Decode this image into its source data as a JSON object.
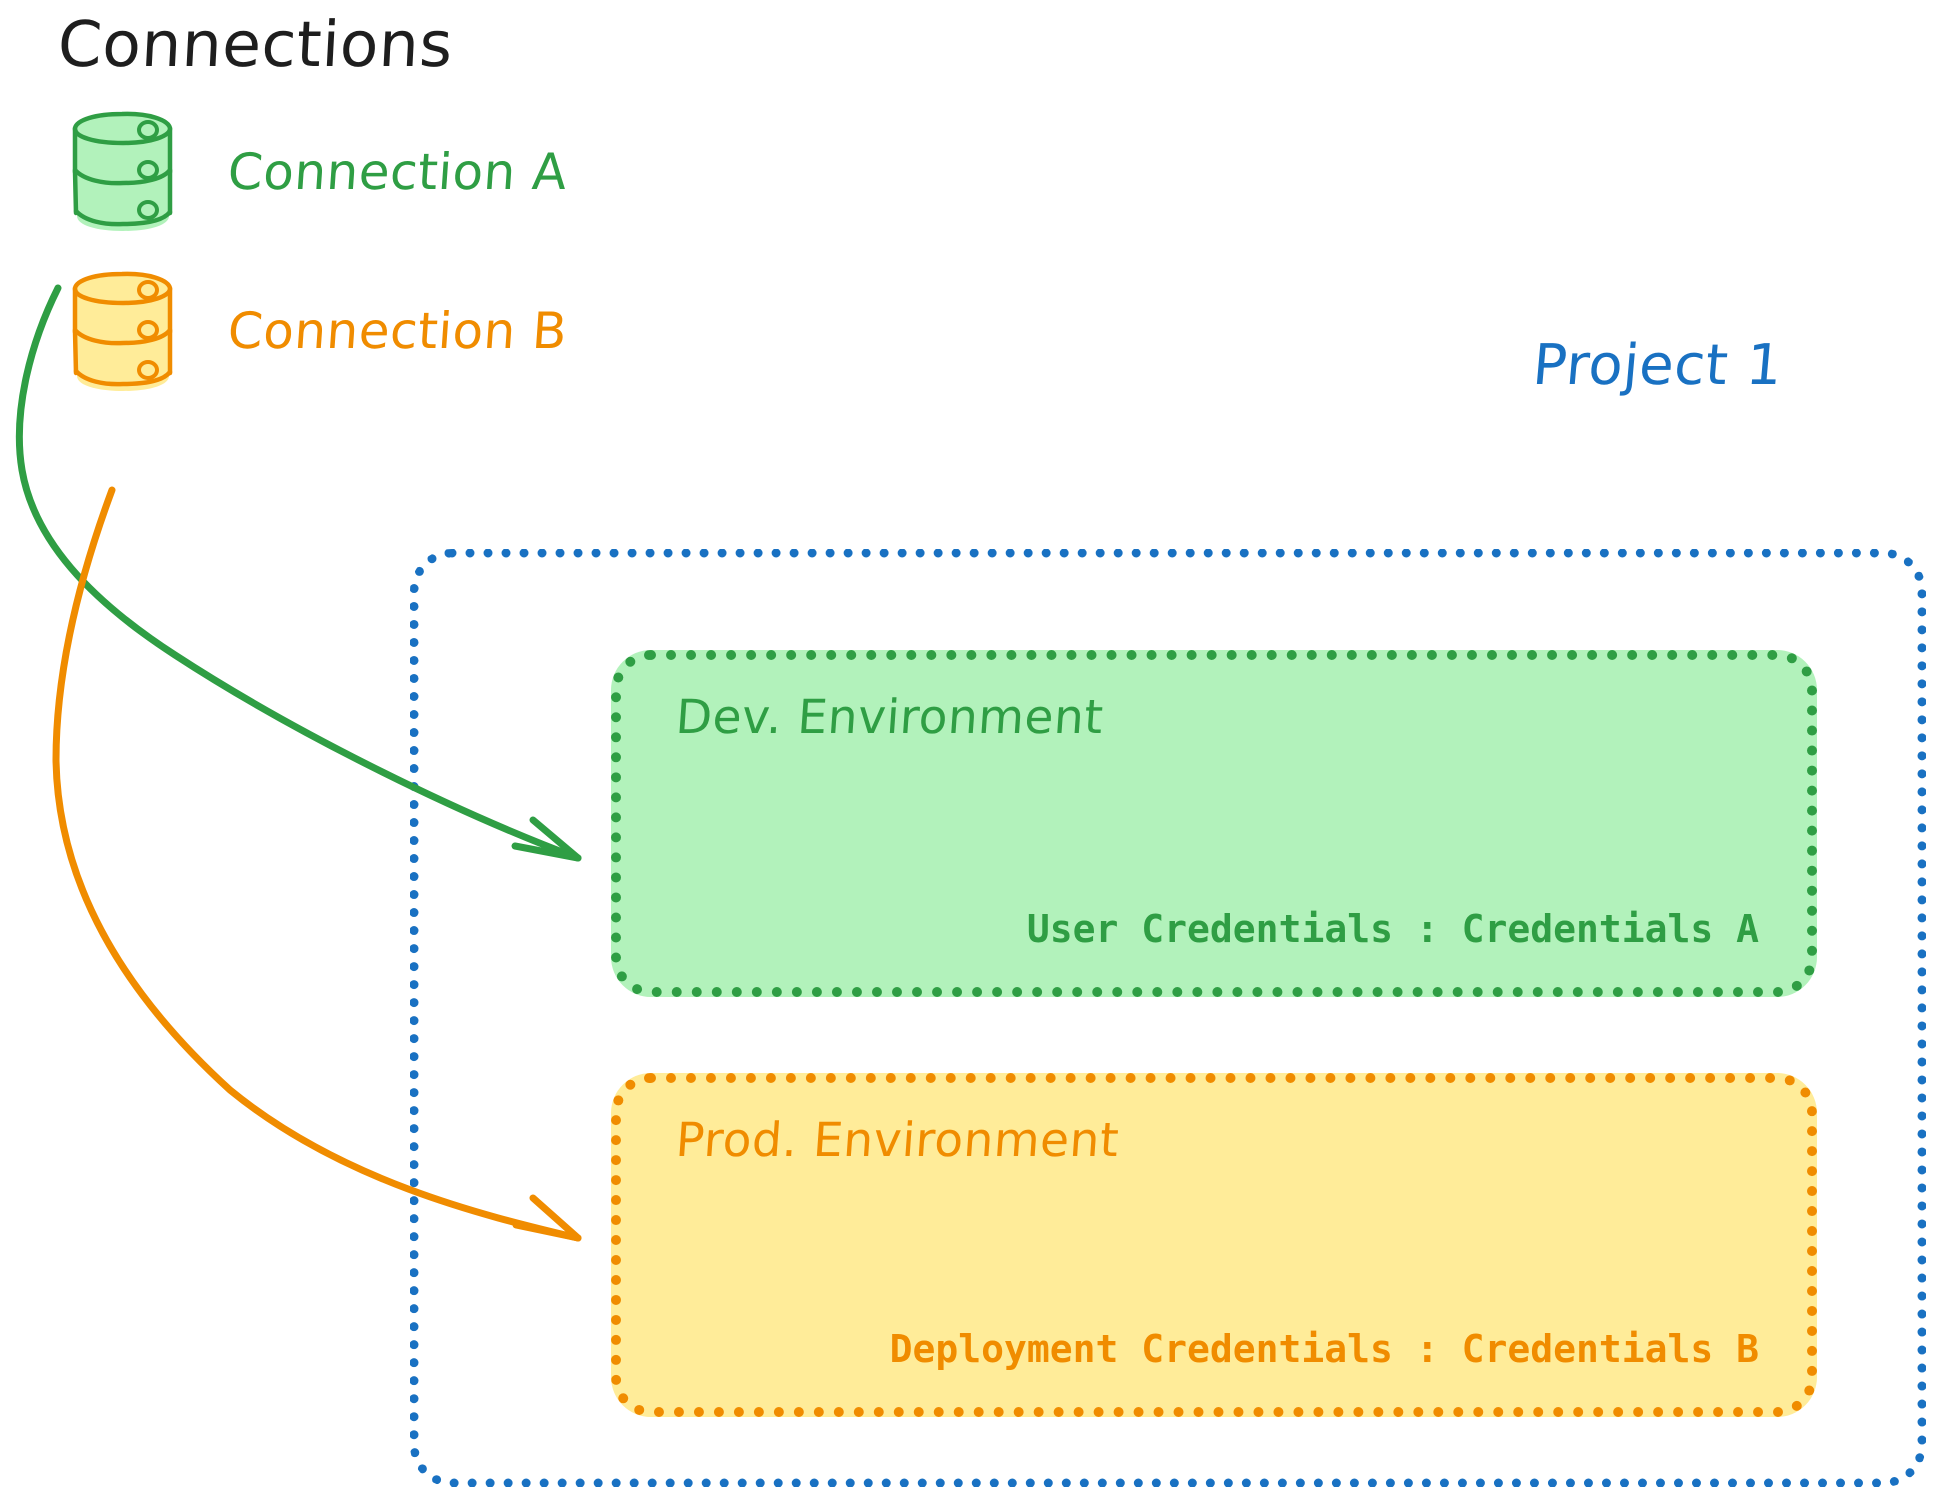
{
  "diagram": {
    "title": "Connections",
    "title_color": "#1e1e1e",
    "background": "#ffffff"
  },
  "connections": [
    {
      "id": "connection-a",
      "label": "Connection A",
      "color": "#2f9e44",
      "fill": "#b2f2bb",
      "icon": "database-cylinder-icon",
      "links_to": "Dev. Environment"
    },
    {
      "id": "connection-b",
      "label": "Connection B",
      "color": "#f08c00",
      "fill": "#ffec99",
      "icon": "database-cylinder-icon",
      "links_to": "Prod. Environment"
    }
  ],
  "project": {
    "label": "Project 1",
    "color": "#1971c2",
    "border_style": "dotted",
    "environments": [
      {
        "id": "dev-environment",
        "title": "Dev. Environment",
        "credential_label": "User Credentials",
        "credential_separator": ":",
        "credential_value": "Credentials A",
        "credential_line": "User Credentials : Credentials A",
        "color": "#2f9e44",
        "fill": "#b2f2bb",
        "border_style": "dotted"
      },
      {
        "id": "prod-environment",
        "title": "Prod. Environment",
        "credential_label": "Deployment Credentials",
        "credential_separator": ":",
        "credential_value": "Credentials B",
        "credential_line": "Deployment Credentials : Credentials B",
        "color": "#f08c00",
        "fill": "#ffec99",
        "border_style": "dotted"
      }
    ]
  },
  "arrows": [
    {
      "id": "arrow-connection-a-to-dev",
      "from": "Connection A",
      "to": "Dev. Environment",
      "color": "#2f9e44"
    },
    {
      "id": "arrow-connection-b-to-prod",
      "from": "Connection B",
      "to": "Prod. Environment",
      "color": "#f08c00"
    }
  ]
}
